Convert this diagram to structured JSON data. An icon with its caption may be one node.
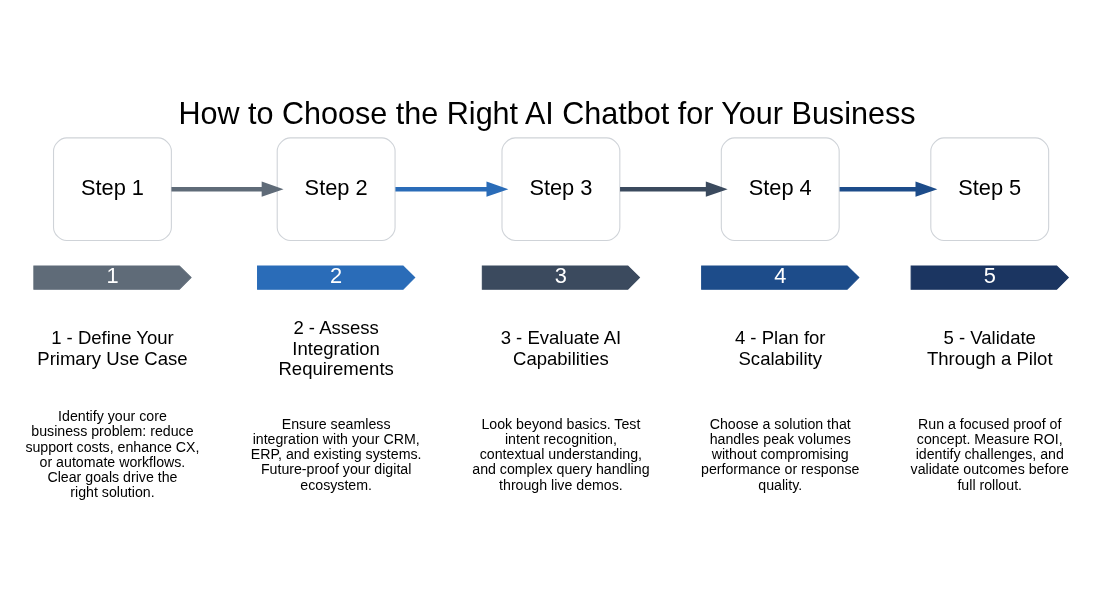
{
  "diagram": {
    "title": "How to Choose the Right AI Chatbot for Your Business",
    "nodes": [
      {
        "text": [
          "Step 1"
        ]
      },
      {
        "text": [
          "Step 2"
        ]
      },
      {
        "text": [
          "Step 3"
        ]
      },
      {
        "text": [
          "Step 4"
        ]
      },
      {
        "text": [
          "Step 5"
        ]
      },
      {
        "text": [
          "1"
        ]
      },
      {
        "text": [
          "2"
        ]
      },
      {
        "text": [
          "3"
        ]
      },
      {
        "text": [
          "4"
        ]
      },
      {
        "text": [
          "5"
        ]
      }
    ],
    "edges": [
      {
        "from": 0,
        "to": 1,
        "arrow": "to",
        "color": "#5f6b78"
      },
      {
        "from": 1,
        "to": 2,
        "arrow": "to",
        "color": "#2a6cb8"
      },
      {
        "from": 2,
        "to": 3,
        "arrow": "to",
        "color": "#3b4a5e"
      },
      {
        "from": 3,
        "to": 4,
        "arrow": "to",
        "color": "#1d4c8a"
      }
    ],
    "labels": [
      "1 - Define Your Primary Use Case",
      "2 - Assess Integration Requirements",
      "3 - Evaluate AI Capabilities",
      "4 - Plan for Scalability",
      "5 - Validate Through a Pilot",
      "Identify your core business problem: reduce support costs, enhance CX, or automate workflows. Clear goals drive the right solution.",
      "Ensure seamless integration with your CRM, ERP, and existing systems. Future-proof your digital ecosystem.",
      "Look beyond basics. Test intent recognition, contextual understanding, and complex query handling through live demos.",
      "Choose a solution that handles peak volumes without compromising performance or response quality.",
      "Run a focused proof of concept. Measure ROI, identify challenges, and validate outcomes before full rollout."
    ]
  }
}
